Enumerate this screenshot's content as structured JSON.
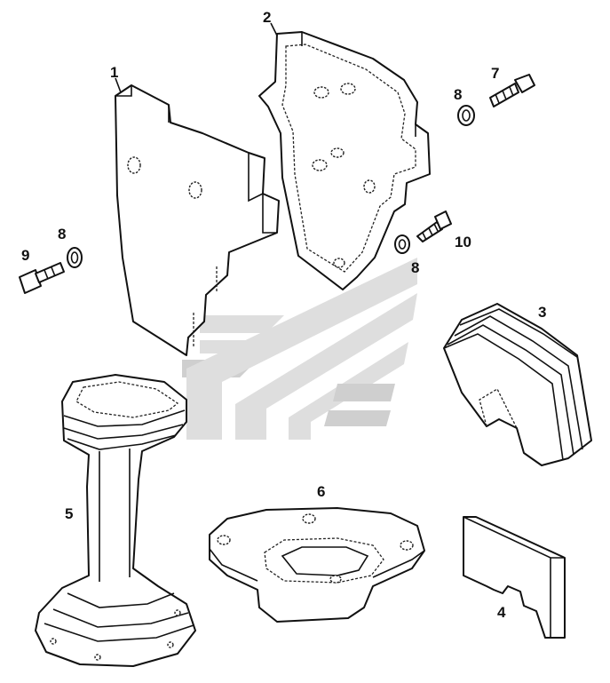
{
  "diagram": {
    "callouts": [
      {
        "id": "p1",
        "text": "1"
      },
      {
        "id": "p2",
        "text": "2"
      },
      {
        "id": "p3",
        "text": "3"
      },
      {
        "id": "p4",
        "text": "4"
      },
      {
        "id": "p5",
        "text": "5"
      },
      {
        "id": "p6",
        "text": "6"
      },
      {
        "id": "p7",
        "text": "7"
      },
      {
        "id": "p8a",
        "text": "8"
      },
      {
        "id": "p8b",
        "text": "8"
      },
      {
        "id": "p8c",
        "text": "8"
      },
      {
        "id": "p9",
        "text": "9"
      },
      {
        "id": "p10",
        "text": "10"
      }
    ],
    "colors": {
      "line": "#111111",
      "background": "#ffffff",
      "watermark": "#d6d6d6"
    }
  }
}
